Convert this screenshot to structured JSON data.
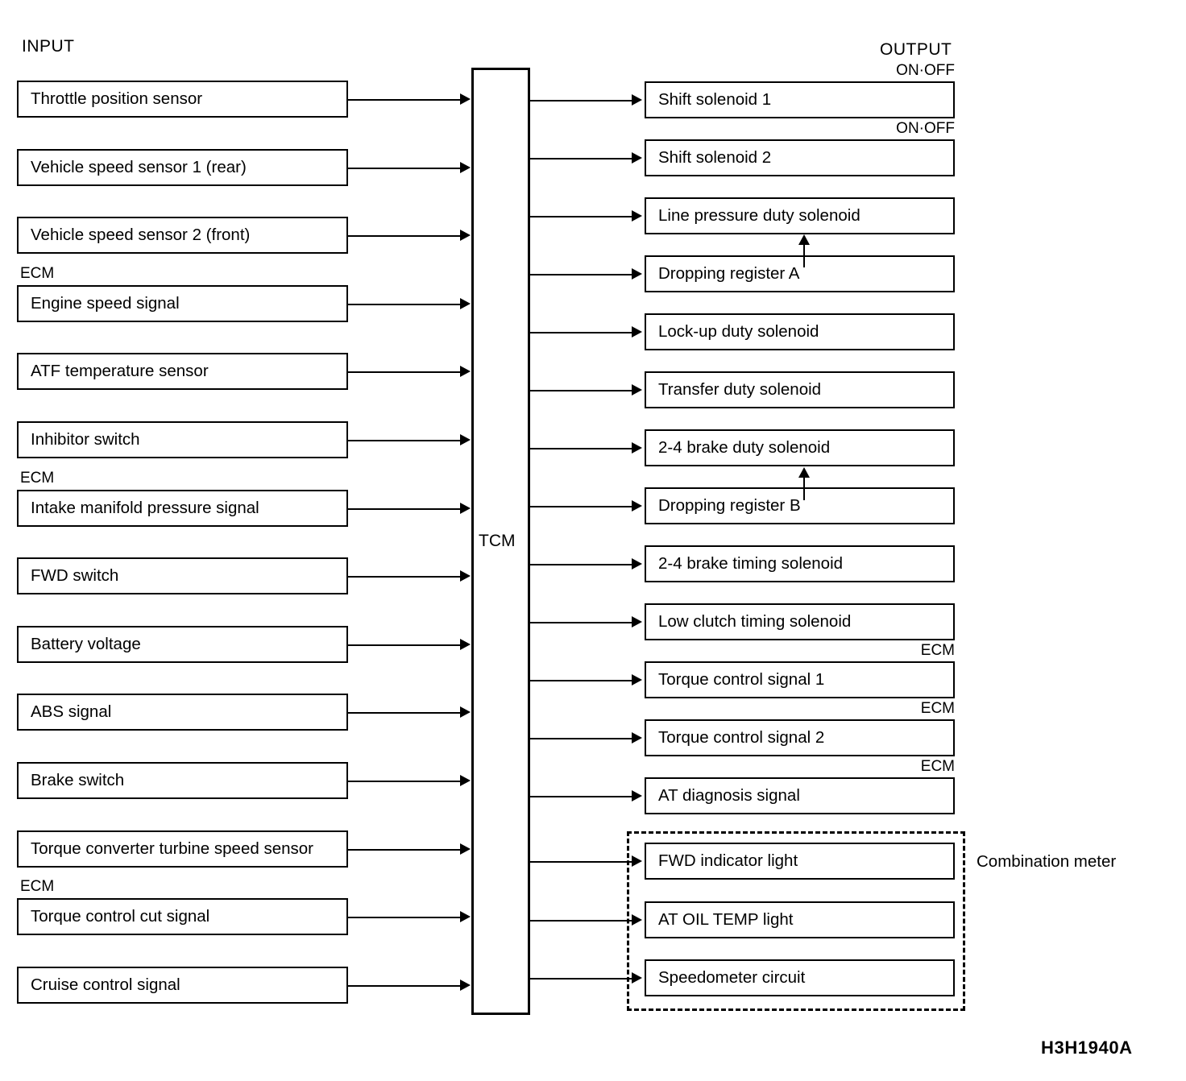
{
  "diagram": {
    "title_left": "INPUT",
    "title_right": "OUTPUT",
    "center_unit": "TCM",
    "figure_code": "H3H1940A",
    "group_label": "Combination meter",
    "ecm_tag": "ECM",
    "onoff_tag": "ON·OFF"
  },
  "inputs": [
    {
      "label": "Throttle position sensor",
      "tag": ""
    },
    {
      "label": "Vehicle speed sensor 1 (rear)",
      "tag": ""
    },
    {
      "label": "Vehicle speed sensor 2 (front)",
      "tag": ""
    },
    {
      "label": "Engine speed signal",
      "tag": "ECM"
    },
    {
      "label": "ATF temperature sensor",
      "tag": ""
    },
    {
      "label": "Inhibitor switch",
      "tag": ""
    },
    {
      "label": "Intake manifold pressure signal",
      "tag": "ECM"
    },
    {
      "label": "FWD switch",
      "tag": ""
    },
    {
      "label": "Battery voltage",
      "tag": ""
    },
    {
      "label": "ABS signal",
      "tag": ""
    },
    {
      "label": "Brake switch",
      "tag": ""
    },
    {
      "label": "Torque converter turbine speed sensor",
      "tag": ""
    },
    {
      "label": "Torque control cut signal",
      "tag": "ECM"
    },
    {
      "label": "Cruise control signal",
      "tag": ""
    }
  ],
  "outputs": [
    {
      "label": "Shift solenoid 1",
      "tag": "ON·OFF",
      "tag_pos": "above-right"
    },
    {
      "label": "Shift solenoid 2",
      "tag": "ON·OFF",
      "tag_pos": "above-right"
    },
    {
      "label": "Line pressure duty solenoid",
      "tag": "",
      "tag_pos": ""
    },
    {
      "label": "Dropping register A",
      "tag": "",
      "tag_pos": ""
    },
    {
      "label": "Lock-up duty solenoid",
      "tag": "",
      "tag_pos": ""
    },
    {
      "label": "Transfer duty solenoid",
      "tag": "",
      "tag_pos": ""
    },
    {
      "label": "2-4 brake duty solenoid",
      "tag": "",
      "tag_pos": ""
    },
    {
      "label": "Dropping register B",
      "tag": "",
      "tag_pos": ""
    },
    {
      "label": "2-4 brake timing solenoid",
      "tag": "",
      "tag_pos": ""
    },
    {
      "label": "Low clutch timing solenoid",
      "tag": "",
      "tag_pos": ""
    },
    {
      "label": "Torque control signal 1",
      "tag": "ECM",
      "tag_pos": "above-right"
    },
    {
      "label": "Torque control signal 2",
      "tag": "ECM",
      "tag_pos": "above-right"
    },
    {
      "label": "AT diagnosis signal",
      "tag": "ECM",
      "tag_pos": "above-right"
    },
    {
      "label": "FWD indicator light",
      "tag": "",
      "tag_pos": ""
    },
    {
      "label": "AT OIL TEMP light",
      "tag": "",
      "tag_pos": ""
    },
    {
      "label": "Speedometer circuit",
      "tag": "",
      "tag_pos": ""
    }
  ],
  "internal_links": [
    {
      "from": "Dropping register A",
      "to": "Line pressure duty solenoid"
    },
    {
      "from": "Dropping register B",
      "to": "2-4 brake duty solenoid"
    }
  ]
}
